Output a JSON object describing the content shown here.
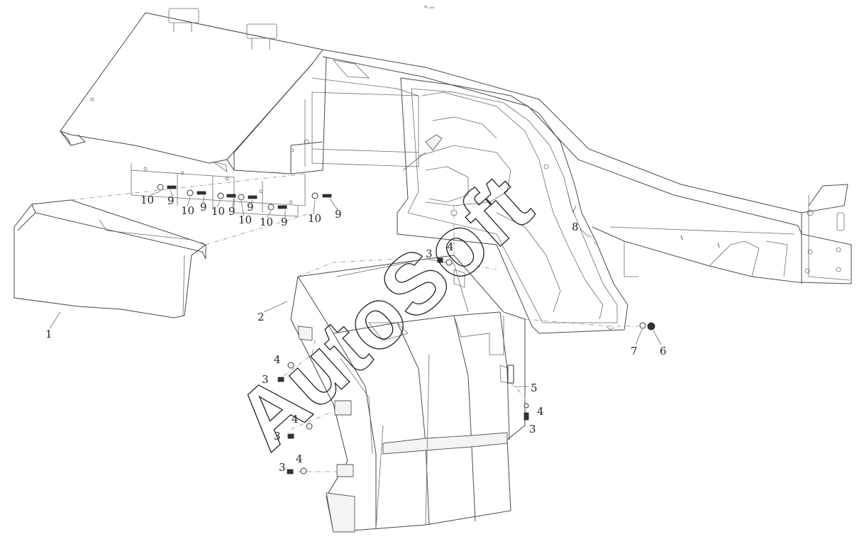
{
  "header": {
    "code": "ª₀ ₀₀₀"
  },
  "watermark": {
    "text": "AutoSoft"
  },
  "callouts": [
    {
      "id": "c1",
      "label": "1"
    },
    {
      "id": "c2",
      "label": "2"
    },
    {
      "id": "c3a",
      "label": "3"
    },
    {
      "id": "c4a",
      "label": "4"
    },
    {
      "id": "c3b",
      "label": "3"
    },
    {
      "id": "c4b",
      "label": "4"
    },
    {
      "id": "c3c",
      "label": "3"
    },
    {
      "id": "c4c",
      "label": "4"
    },
    {
      "id": "c3d",
      "label": "3"
    },
    {
      "id": "c4d",
      "label": "4"
    },
    {
      "id": "c5",
      "label": "5"
    },
    {
      "id": "c4e",
      "label": "4"
    },
    {
      "id": "c3e",
      "label": "3"
    },
    {
      "id": "c6",
      "label": "6"
    },
    {
      "id": "c7",
      "label": "7"
    },
    {
      "id": "c8",
      "label": "8"
    },
    {
      "id": "c10a",
      "label": "10"
    },
    {
      "id": "c9a",
      "label": "9"
    },
    {
      "id": "c10b",
      "label": "10"
    },
    {
      "id": "c9b",
      "label": "9"
    },
    {
      "id": "c10c",
      "label": "10"
    },
    {
      "id": "c9c",
      "label": "9"
    },
    {
      "id": "c9d",
      "label": "9"
    },
    {
      "id": "c10d",
      "label": "10"
    },
    {
      "id": "c10e",
      "label": "10"
    },
    {
      "id": "c9e",
      "label": "9"
    },
    {
      "id": "c10f",
      "label": "10"
    },
    {
      "id": "c9f",
      "label": "9"
    }
  ]
}
